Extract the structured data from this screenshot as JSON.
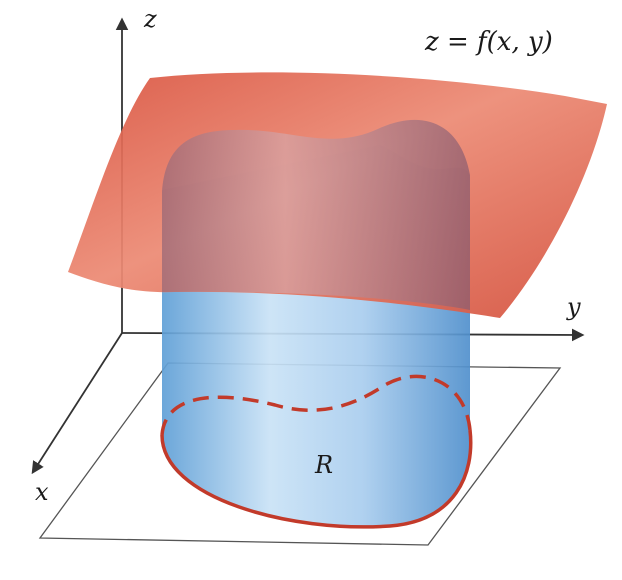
{
  "figure": {
    "equation": "z = f(x, y)",
    "axes": {
      "x": "x",
      "y": "y",
      "z": "z"
    },
    "region_label": "R"
  },
  "colors": {
    "surface": "#e0604a",
    "surface_dark": "#c94b38",
    "cylinder": "#8fbfe6",
    "region_boundary": "#c23a2a",
    "plane_outline": "#555555",
    "axis": "#333333"
  }
}
